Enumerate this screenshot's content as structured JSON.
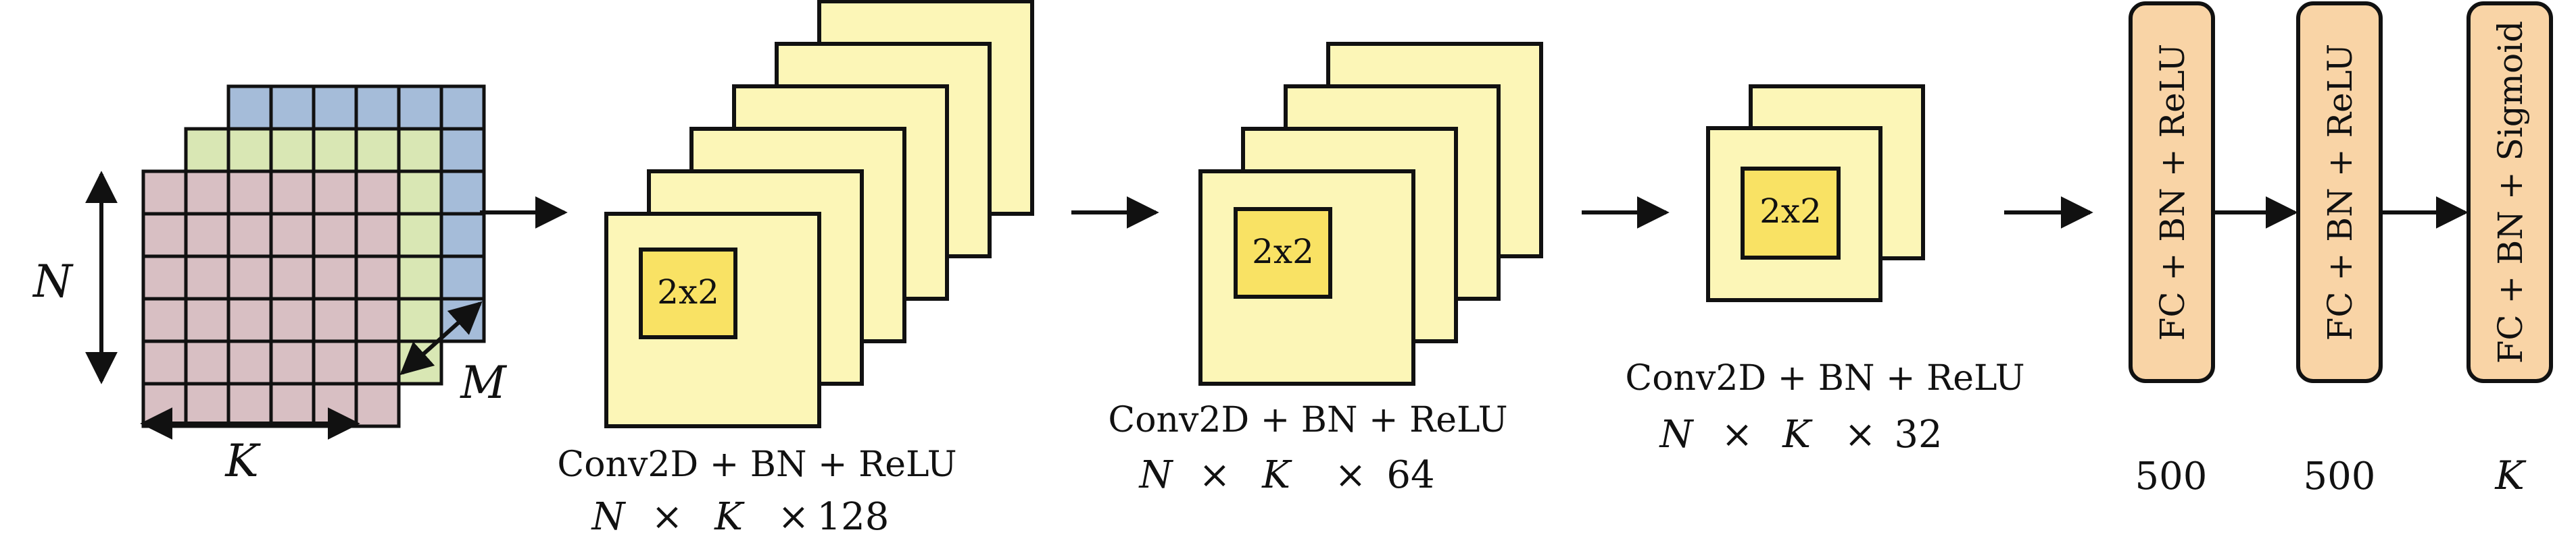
{
  "input": {
    "dim_n": "N",
    "dim_k": "K",
    "dim_m": "M",
    "colors": {
      "red": "#d8bfc3",
      "green": "#d9e7b4",
      "blue": "#a5bcd9"
    }
  },
  "layers": [
    {
      "kernel": "2x2",
      "label": "Conv2D + BN + ReLU",
      "dim_n": "N",
      "dim_k": "K",
      "size": "128"
    },
    {
      "kernel": "2x2",
      "label": "Conv2D + BN + ReLU",
      "dim_n": "N",
      "dim_k": "K",
      "size": "64"
    },
    {
      "kernel": "2x2",
      "label": "Conv2D + BN + ReLU",
      "dim_n": "N",
      "dim_k": "K",
      "size": "32"
    }
  ],
  "fc": [
    {
      "label": "FC + BN + ReLU",
      "units": "500"
    },
    {
      "label": "FC + BN + ReLU",
      "units": "500"
    },
    {
      "label": "FC + BN + Sigmoid",
      "units": "K"
    }
  ],
  "times": "×",
  "colors": {
    "feature_map": "#fcf6b7",
    "kernel": "#f9e264",
    "fc_block": "#f9d4a6",
    "stroke": "#111111"
  }
}
